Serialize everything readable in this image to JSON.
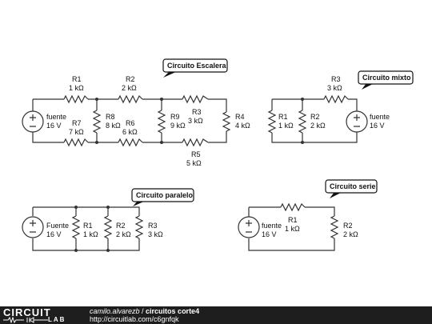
{
  "circuits": {
    "ladder": {
      "tag": "Circuito Escalera",
      "source": {
        "name": "fuente",
        "value": "16 V"
      },
      "resistors": [
        {
          "id": "R1",
          "name": "R1",
          "value": "1 kΩ"
        },
        {
          "id": "R2",
          "name": "R2",
          "value": "2 kΩ"
        },
        {
          "id": "R3",
          "name": "R3",
          "value": "3 kΩ"
        },
        {
          "id": "R4",
          "name": "R4",
          "value": "4 kΩ"
        },
        {
          "id": "R5",
          "name": "R5",
          "value": "5 kΩ"
        },
        {
          "id": "R6",
          "name": "R6",
          "value": "6 kΩ"
        },
        {
          "id": "R7",
          "name": "R7",
          "value": "7 kΩ"
        },
        {
          "id": "R8",
          "name": "R8",
          "value": "8 kΩ"
        },
        {
          "id": "R9",
          "name": "R9",
          "value": "9 kΩ"
        }
      ]
    },
    "mixed": {
      "tag": "Circuito mixto",
      "source": {
        "name": "fuente",
        "value": "16 V"
      },
      "resistors": [
        {
          "id": "R1",
          "name": "R1",
          "value": "1 kΩ"
        },
        {
          "id": "R2",
          "name": "R2",
          "value": "2 kΩ"
        },
        {
          "id": "R3",
          "name": "R3",
          "value": "3 kΩ"
        }
      ]
    },
    "parallel": {
      "tag": "Circuito paralelo",
      "source": {
        "name": "Fuente",
        "value": "16 V"
      },
      "resistors": [
        {
          "id": "R1",
          "name": "R1",
          "value": "1 kΩ"
        },
        {
          "id": "R2",
          "name": "R2",
          "value": "2 kΩ"
        },
        {
          "id": "R3",
          "name": "R3",
          "value": "3 kΩ"
        }
      ]
    },
    "series": {
      "tag": "Circuito serie",
      "source": {
        "name": "fuente",
        "value": "16 V"
      },
      "resistors": [
        {
          "id": "R1",
          "name": "R1",
          "value": "1 kΩ"
        },
        {
          "id": "R2",
          "name": "R2",
          "value": "2 kΩ"
        }
      ]
    }
  },
  "footer": {
    "logo_top": "CIRCUIT",
    "logo_bottom": "LAB",
    "author": "camilo.alvarezb",
    "separator": " / ",
    "title": "circuitos corte4",
    "url": "http://circuitlab.com/c6gnfqk"
  }
}
